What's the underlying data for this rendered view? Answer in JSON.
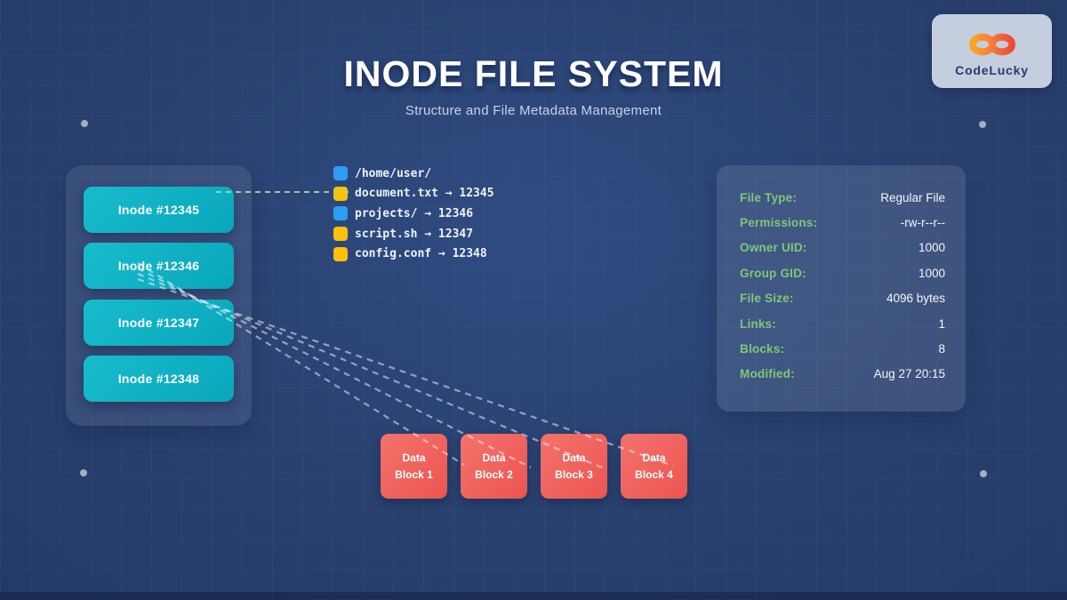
{
  "header": {
    "title": "INODE FILE SYSTEM",
    "subtitle": "Structure and File Metadata Management"
  },
  "logo": {
    "name": "CodeLucky"
  },
  "inode_panel": {
    "inodes": [
      {
        "label": "Inode #12345"
      },
      {
        "label": "Inode #12346"
      },
      {
        "label": "Inode #12347"
      },
      {
        "label": "Inode #12348"
      }
    ]
  },
  "file_tree": {
    "entries": [
      {
        "icon": "folder-icon",
        "text": "/home/user/"
      },
      {
        "icon": "file-icon",
        "text": "document.txt → 12345"
      },
      {
        "icon": "folder-icon",
        "text": "projects/ → 12346"
      },
      {
        "icon": "file-icon",
        "text": "script.sh → 12347"
      },
      {
        "icon": "file-icon",
        "text": "config.conf → 12348"
      }
    ]
  },
  "metadata_panel": {
    "rows": [
      {
        "label": "File Type:",
        "value": "Regular File"
      },
      {
        "label": "Permissions:",
        "value": "-rw-r--r--"
      },
      {
        "label": "Owner UID:",
        "value": "1000"
      },
      {
        "label": "Group GID:",
        "value": "1000"
      },
      {
        "label": "File Size:",
        "value": "4096 bytes"
      },
      {
        "label": "Links:",
        "value": "1"
      },
      {
        "label": "Blocks:",
        "value": "8"
      },
      {
        "label": "Modified:",
        "value": "Aug 27 20:15"
      }
    ]
  },
  "data_blocks": [
    {
      "label": "Data Block 1"
    },
    {
      "label": "Data Block 2"
    },
    {
      "label": "Data Block 3"
    },
    {
      "label": "Data Block 4"
    }
  ],
  "colors": {
    "background": "#2a4273",
    "inode_box": "#10b2c6",
    "data_block": "#f0605b",
    "folder_icon": "#2e9df4",
    "file_icon": "#ffc107",
    "metadata_label": "#7ec878",
    "link_line_green": "#9fdc9f",
    "link_line_white": "#ffffff",
    "logo_card": "#c4cedf"
  }
}
